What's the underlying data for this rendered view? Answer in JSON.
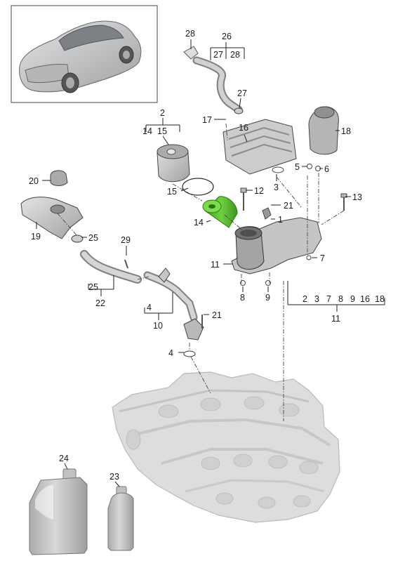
{
  "callouts": [
    "28",
    "26",
    "27",
    "28",
    "27",
    "2",
    "14",
    "15",
    "17",
    "16",
    "18",
    "5",
    "6",
    "3",
    "20",
    "12",
    "13",
    "15",
    "21",
    "1",
    "14",
    "25",
    "29",
    "19",
    "11",
    "7",
    "8",
    "9",
    "25",
    "22",
    "4",
    "10",
    "21",
    "4",
    "2",
    "3",
    "7",
    "8",
    "9",
    "16",
    "18",
    "11",
    "24",
    "23"
  ],
  "colors": {
    "highlight_filter": "#5fc136",
    "part_fill": "#c9cbcd",
    "part_fill_light": "#e1e2e3",
    "engine_fill": "#dcdddd",
    "line": "#222222"
  },
  "icons": [
    "car-thumbnail-icon",
    "oil-canister-large-icon",
    "oil-bottle-small-icon",
    "engine-block-icon"
  ]
}
